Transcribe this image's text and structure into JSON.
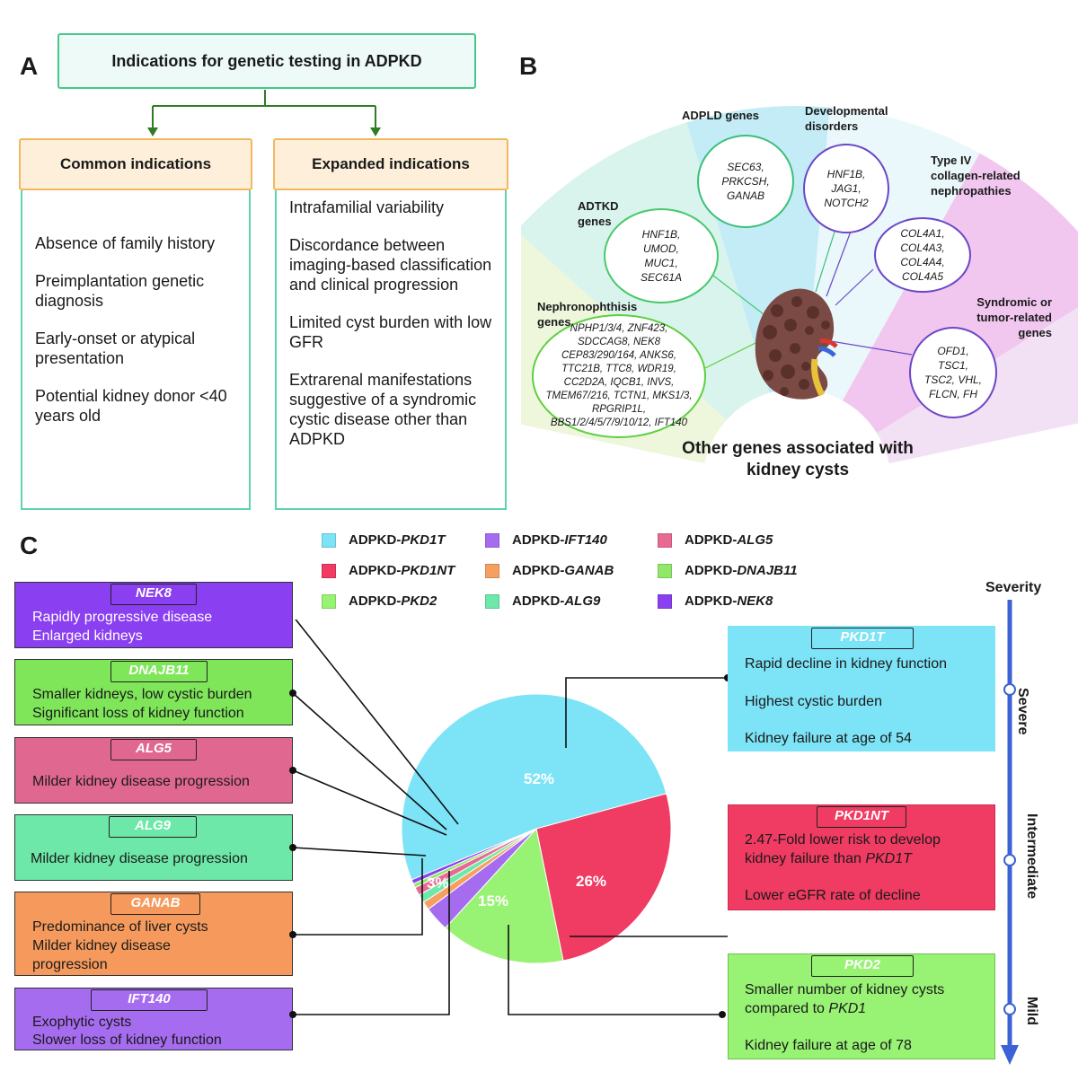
{
  "panel_letters": {
    "a": "A",
    "b": "B",
    "c": "C"
  },
  "panel_a": {
    "title": "Indications for genetic testing in ADPKD",
    "common": {
      "heading": "Common indications",
      "items": [
        "Absence of family history",
        "Preimplantation genetic diagnosis",
        "Early-onset or atypical presentation",
        "Potential  kidney donor <40 years old"
      ]
    },
    "expanded": {
      "heading": "Expanded indications",
      "items": [
        "Intrafamilial variability",
        "Discordance between imaging-based classification and clinical progression",
        "Limited cyst burden with low GFR",
        "Extrarenal manifestations suggestive of a syndromic cystic disease other than ADPKD"
      ]
    }
  },
  "panel_b": {
    "center_title": "Other genes associated with kidney cysts",
    "categories": [
      {
        "label": "Nephronophthisis genes",
        "genes": "NPHP1/3/4, ZNF423, SDCCAG8, NEK8 CEP83/290/164,  ANKS6, TTC21B, TTC8, WDR19, CC2D2A, IQCB1, INVS, TMEM67/216, TCTN1,  MKS1/3, RPGRIP1L, BBS1/2/4/5/7/9/10/12, IFT140",
        "color": "#eef6dc",
        "circle": "#5ccf3f"
      },
      {
        "label": "ADTKD genes",
        "genes": "HNF1B, UMOD, MUC1, SEC61A",
        "color": "#d9f4ec",
        "circle": "#47c96b"
      },
      {
        "label": "ADPLD genes",
        "genes": "SEC63, PRKCSH, GANAB",
        "color": "#c3ecf6",
        "circle": "#3bbf7a"
      },
      {
        "label": "Developmental disorders",
        "genes": "HNF1B, JAG1, NOTCH2",
        "color": "#eaf7fb",
        "circle": "#6a47c8"
      },
      {
        "label": "Type IV collagen-related nephropathies",
        "genes": "COL4A1, COL4A3, COL4A4, COL4A5",
        "color": "#f1c7f0",
        "circle": "#6a47c8"
      },
      {
        "label": "Syndromic or tumor-related genes",
        "genes": "OFD1, TSC1, TSC2, VHL, FLCN, FH",
        "color": "#f2e1f5",
        "circle": "#6a47c8"
      }
    ]
  },
  "panel_c": {
    "legend": [
      {
        "prefix": "ADPKD-",
        "gene": "PKD1T",
        "color": "#7de3f7"
      },
      {
        "prefix": "ADPKD-",
        "gene": "PKD1NT",
        "color": "#f03b62"
      },
      {
        "prefix": "ADPKD-",
        "gene": "PKD2",
        "color": "#98f274"
      },
      {
        "prefix": "ADPKD-",
        "gene": "IFT140",
        "color": "#a66cf0"
      },
      {
        "prefix": "ADPKD-",
        "gene": "GANAB",
        "color": "#f5a060"
      },
      {
        "prefix": "ADPKD-",
        "gene": "ALG9",
        "color": "#6ee8a8"
      },
      {
        "prefix": "ADPKD-",
        "gene": "ALG5",
        "color": "#e86a92"
      },
      {
        "prefix": "ADPKD-",
        "gene": "DNAJB11",
        "color": "#8fe86a"
      },
      {
        "prefix": "ADPKD-",
        "gene": "NEK8",
        "color": "#8a3ff0"
      }
    ],
    "left_boxes": [
      {
        "tag": "NEK8",
        "lines": [
          "Rapidly progressive disease",
          "Enlarged kidneys"
        ],
        "color": "#8a3ff0"
      },
      {
        "tag": "DNAJB11",
        "lines": [
          "Smaller kidneys, low cystic burden",
          "Significant loss of kidney function"
        ],
        "color": "#7fe65a"
      },
      {
        "tag": "ALG5",
        "lines": [
          "Milder kidney disease progression"
        ],
        "color": "#e06890"
      },
      {
        "tag": "ALG9",
        "lines": [
          "Milder kidney disease progression"
        ],
        "color": "#6ee8a8"
      },
      {
        "tag": "GANAB",
        "lines": [
          "Predominance of liver cysts",
          "Milder kidney disease",
          "progression"
        ],
        "color": "#f59a5c"
      },
      {
        "tag": "IFT140",
        "lines": [
          "Exophytic cysts",
          "Slower loss of kidney function"
        ],
        "color": "#a66cf0"
      }
    ],
    "right_boxes": [
      {
        "tag": "PKD1T",
        "lines": [
          "Rapid decline in kidney function",
          "",
          "Highest cystic burden",
          "",
          "Kidney failure at age of 54"
        ],
        "color": "#7de3f7"
      },
      {
        "tag": "PKD1NT",
        "line1": "2.47-Fold lower risk to develop",
        "line2_pre": "kidney failure  than ",
        "line2_gene": "PKD1T",
        "line3": "Lower eGFR rate of decline",
        "color": "#f03b62"
      },
      {
        "tag": "PKD2",
        "line1": "Smaller number of kidney cysts",
        "line2_pre": "compared to ",
        "line2_gene": "PKD1",
        "line3": "Kidney failure at age of 78",
        "color": "#98f274"
      }
    ],
    "pie": {
      "type": "pie",
      "slices": [
        {
          "label": "PKD1T",
          "value": 52,
          "text": "52%",
          "color": "#7de3f7"
        },
        {
          "label": "PKD1NT",
          "value": 26,
          "text": "26%",
          "color": "#f03b62"
        },
        {
          "label": "PKD2",
          "value": 15,
          "text": "15%",
          "color": "#98f274"
        },
        {
          "label": "IFT140",
          "value": 3,
          "text": "3%",
          "color": "#a66cf0"
        },
        {
          "label": "GANAB",
          "value": 1,
          "text": "",
          "color": "#f5a060"
        },
        {
          "label": "ALG9",
          "value": 1,
          "text": "",
          "color": "#6ee8a8"
        },
        {
          "label": "ALG5",
          "value": 1,
          "text": "",
          "color": "#e86a92"
        },
        {
          "label": "DNAJB11",
          "value": 0.5,
          "text": "",
          "color": "#8fe86a"
        },
        {
          "label": "NEK8",
          "value": 0.5,
          "text": "",
          "color": "#8a3ff0"
        }
      ]
    },
    "severity": {
      "title": "Severity",
      "levels": [
        "Severe",
        "Intermediate",
        "Mild"
      ],
      "color": "#3b62d6"
    }
  }
}
